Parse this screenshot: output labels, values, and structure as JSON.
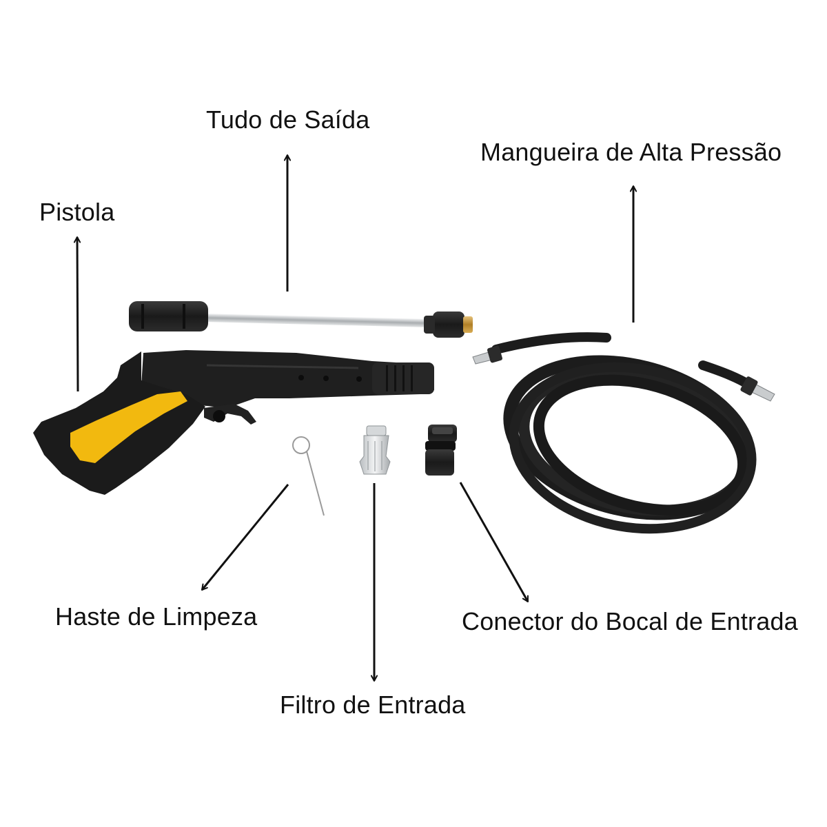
{
  "labels": {
    "pistola": "Pistola",
    "tubo_saida": "Tudo de Saída",
    "mangueira": "Mangueira de Alta Pressão",
    "haste": "Haste de Limpeza",
    "filtro": "Filtro de Entrada",
    "conector": "Conector do Bocal de Entrada"
  },
  "colors": {
    "background": "#ffffff",
    "text": "#111111",
    "arrow": "#111111",
    "body_black": "#1e1e1e",
    "grip_yellow": "#f2b90f",
    "steel": "#c9ccce",
    "brass": "#c99a3a"
  },
  "icons": [
    "arrow-up-icon",
    "arrow-down-icon",
    "arrow-down-left-icon",
    "arrow-down-right-icon"
  ]
}
